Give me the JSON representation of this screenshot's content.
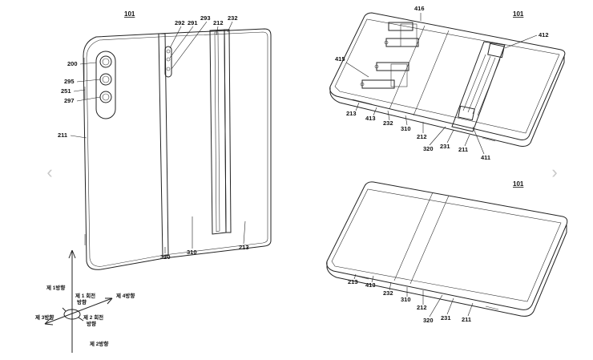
{
  "navigation": {
    "prev_glyph": "‹",
    "next_glyph": "›",
    "prev_icon": "chevron-left-icon",
    "next_icon": "chevron-right-icon"
  },
  "figure_left": {
    "title": "101",
    "refs": [
      "200",
      "292",
      "291",
      "293",
      "212",
      "232",
      "295",
      "251",
      "297",
      "211",
      "320",
      "310",
      "213"
    ]
  },
  "figure_right_top": {
    "title": "101",
    "refs": [
      "416",
      "412",
      "415",
      "213",
      "413",
      "232",
      "310",
      "212",
      "320",
      "231",
      "211",
      "411"
    ]
  },
  "figure_right_bottom": {
    "title": "101",
    "refs": [
      "413",
      "213",
      "232",
      "310",
      "212",
      "320",
      "231",
      "211"
    ]
  },
  "axes": {
    "dir1": "제 1방향",
    "rot1": "제 1 회전\n방향",
    "dir4": "제 4방향",
    "dir3": "제 3방향",
    "rot2": "제 2 회전\n방향",
    "dir2": "제 2방향"
  }
}
